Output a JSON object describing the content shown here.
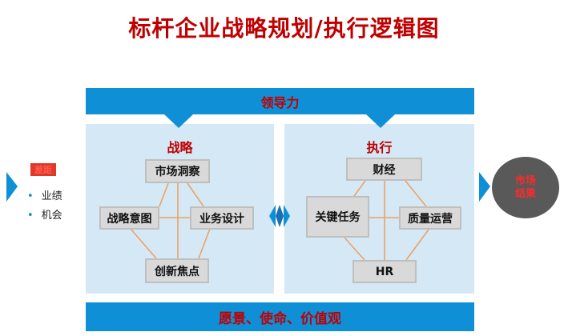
{
  "title": "标杆企业战略规划/执行逻辑图",
  "top_band": "领导力",
  "bottom_band": "愿景、使命、价值观",
  "left_input": {
    "label": "差距",
    "bullets": [
      "业绩",
      "机会"
    ]
  },
  "strategy": {
    "heading": "战略",
    "nodes": {
      "top": "市场洞察",
      "left": "战略意图",
      "right": "业务设计",
      "bottom": "创新焦点"
    }
  },
  "execution": {
    "heading": "执行",
    "nodes": {
      "top": "财经",
      "left": "关键任务",
      "right": "质量运营",
      "bottom": "HR"
    }
  },
  "result": {
    "line1": "市场",
    "line2": "结果"
  },
  "colors": {
    "band_blue": "#0e8fd6",
    "panel_blue": "#d4e9f5",
    "title_red": "#c00000",
    "connector_orange": "#f0a060",
    "node_gray": "#d9d9d9",
    "result_gray": "#595959"
  }
}
